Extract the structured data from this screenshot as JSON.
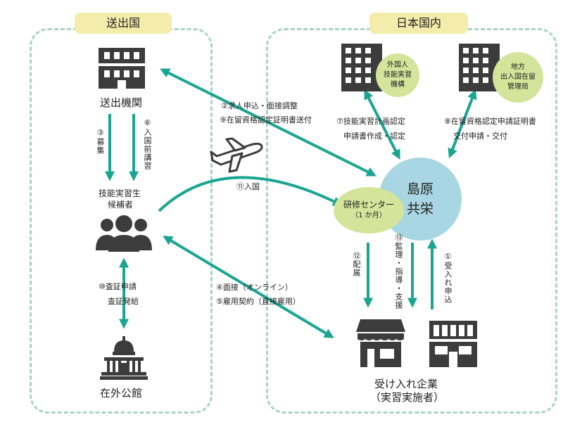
{
  "regions": {
    "sending_country": "送出国",
    "japan": "日本国内"
  },
  "nodes": {
    "sending_org": "送出機関",
    "candidates_line1": "技能実習生",
    "candidates_line2": "候補者",
    "embassy": "在外公館",
    "training_org_line1": "外国人",
    "training_org_line2": "技能実習",
    "training_org_line3": "機構",
    "immigration_line1": "地方",
    "immigration_line2": "出入国在留",
    "immigration_line3": "管理局",
    "shimabara_line1": "島原",
    "shimabara_line2": "共栄",
    "training_center_line1": "研修センター",
    "training_center_line2": "（1 か月）",
    "company_line1": "受け入れ企業",
    "company_line2": "（実習実施者）"
  },
  "steps": {
    "s2": "②求人申込・面接調整",
    "s9": "⑨在留資格認定証明書送付",
    "s3": "③募集",
    "s6": "⑥入国前講習",
    "s7a": "⑦技能実習計画認定",
    "s7b": "申請書作成・認定",
    "s8a": "⑧在留資格認定申請証明書",
    "s8b": "交付申請・交付",
    "s11": "⑪入国",
    "s13": "⑬監理・指導・支援",
    "s12": "⑫配属",
    "s1": "①受入れ申込",
    "s4": "④面接（オンライン）",
    "s5": "⑤雇用契約（直接雇用）",
    "s10a": "⑩査証申請",
    "s10b": "査証発給"
  },
  "colors": {
    "arrow": "#1aa593",
    "icon": "#3c3c3c",
    "circle_green": "#d4e49a",
    "circle_blue": "#a8d6e2",
    "tag_bg": "#f4ecaa",
    "dash": "#a8d5c5"
  }
}
